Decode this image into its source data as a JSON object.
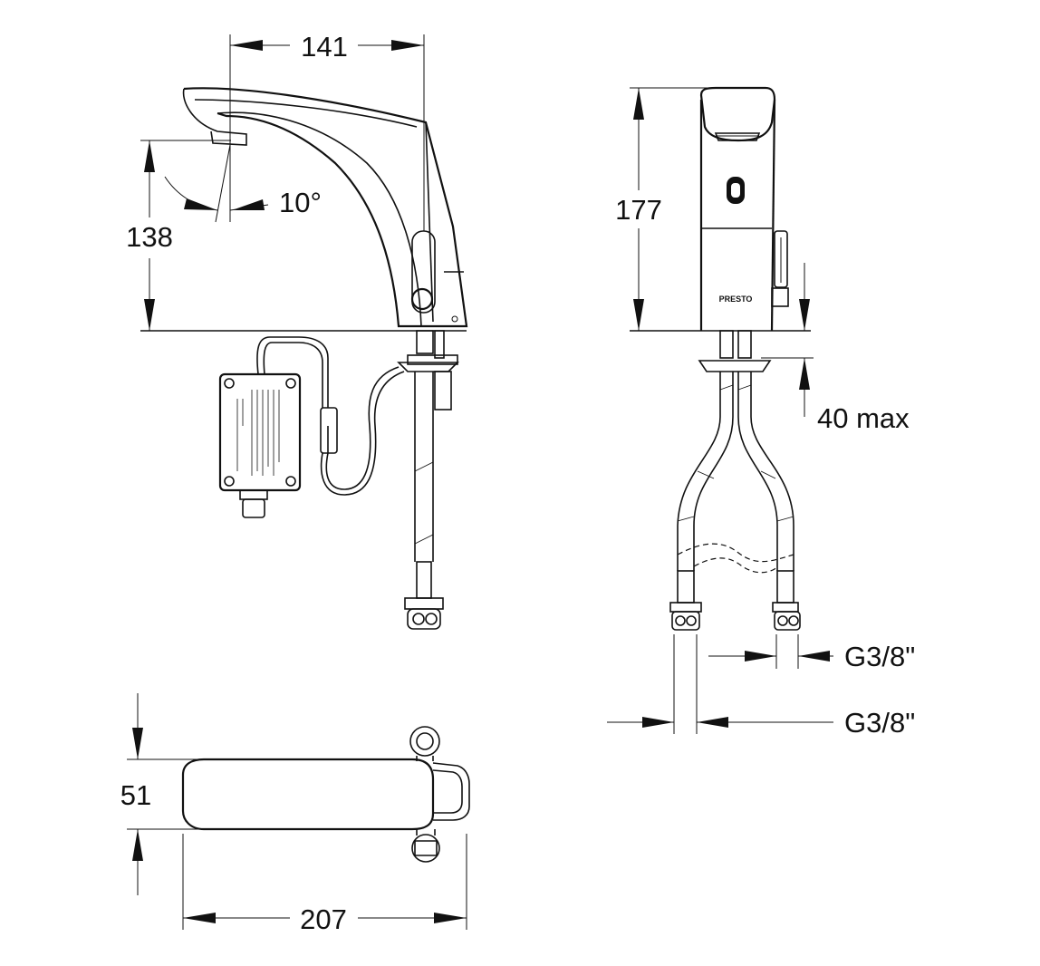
{
  "dimensions": {
    "spout_reach": "141",
    "side_height": "138",
    "spout_angle": "10°",
    "front_height": "177",
    "max_thickness": "40 max",
    "hot_inlet_thread": "G3/8\"",
    "cold_inlet_thread": "G3/8\"",
    "top_depth": "51",
    "top_length": "207"
  },
  "labels": {
    "brand": "PRESTO"
  },
  "icons": {
    "side_view": "faucet-side-view",
    "front_view": "faucet-front-view",
    "top_view": "faucet-top-view",
    "control_box": "electronic-control-box"
  },
  "colors": {
    "line": "#111111",
    "background": "#ffffff"
  }
}
